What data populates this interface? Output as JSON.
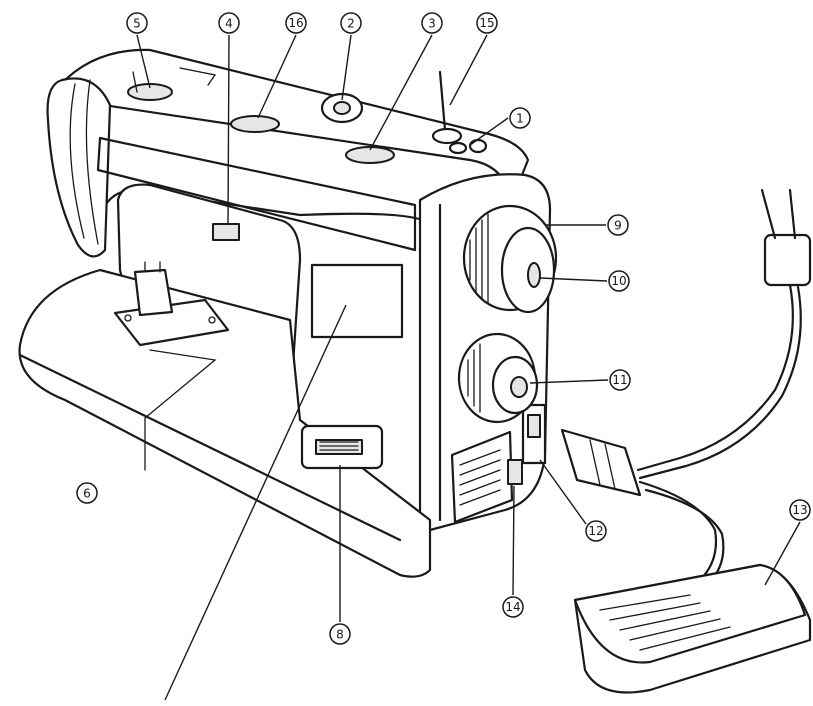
{
  "callouts": {
    "c1": "1",
    "c2": "2",
    "c3": "3",
    "c4": "4",
    "c5": "5",
    "c6": "6",
    "c8": "8",
    "c9": "9",
    "c10": "10",
    "c11": "11",
    "c12": "12",
    "c13": "13",
    "c14": "14",
    "c15": "15",
    "c16": "16"
  }
}
